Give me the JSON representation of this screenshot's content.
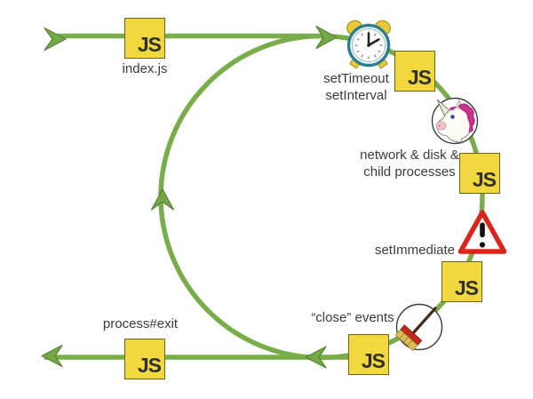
{
  "diagram": {
    "js_label": "JS",
    "labels": {
      "index": "index.js",
      "timers_line1": "setTimeout",
      "timers_line2": "setInterval",
      "poll_line1": "network & disk &",
      "poll_line2": "child processes",
      "immediate": "setImmediate",
      "close": "“close” events",
      "exit": "process#exit"
    },
    "icons": {
      "clock": "alarm-clock",
      "unicorn": "unicorn",
      "warning": "warning-triangle",
      "broom": "broom"
    },
    "colors": {
      "loop_green": "#79ad4a",
      "arrowhead_green": "#74a845",
      "js_yellow": "#f0d83e",
      "js_border": "#6e6418",
      "js_text": "#32302a",
      "label_text": "#3b3b3b",
      "warning_red": "#da251d",
      "clock_teal": "#2f7f93",
      "mane_pink": "#c9318c"
    }
  }
}
